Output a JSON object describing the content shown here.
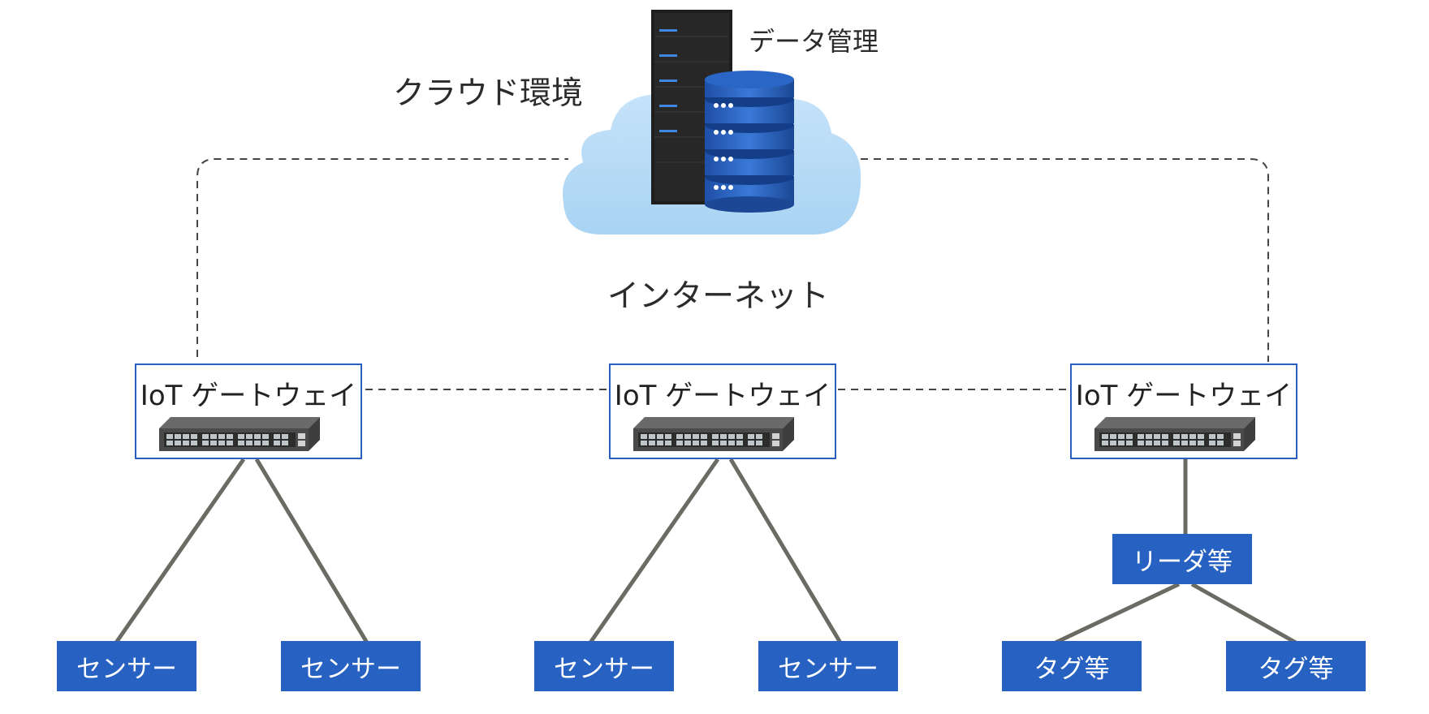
{
  "cloud": {
    "label": "クラウド環境",
    "server_label": "データ管理"
  },
  "internet": {
    "label": "インターネット"
  },
  "gateways": [
    {
      "title": "IoT ゲートウェイ"
    },
    {
      "title": "IoT ゲートウェイ"
    },
    {
      "title": "IoT ゲートウェイ"
    }
  ],
  "reader": {
    "label": "リーダ等"
  },
  "devices": [
    {
      "label": "センサー"
    },
    {
      "label": "センサー"
    },
    {
      "label": "センサー"
    },
    {
      "label": "センサー"
    },
    {
      "label": "タグ等"
    },
    {
      "label": "タグ等"
    }
  ],
  "colors": {
    "box_fill": "#2762c2",
    "box_border": "#2a5ec0",
    "cloud_fill": "#b7dbf6",
    "link_line": "#6b6b63",
    "dashed_line": "#444444"
  },
  "icons": {
    "cloud": "cloud-icon",
    "server": "server-rack-icon",
    "database": "database-icon",
    "gateway": "network-switch-icon"
  }
}
